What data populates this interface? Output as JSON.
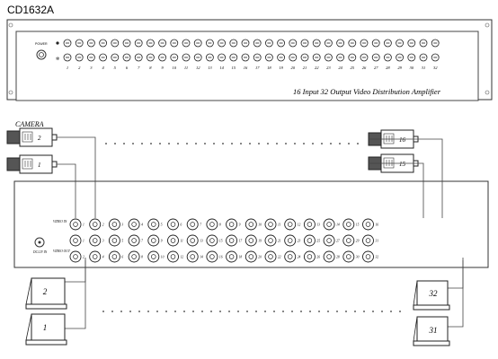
{
  "model_title": "CD1632A",
  "front_panel": {
    "power_label": "POWER",
    "caption": "16 Input 32 Output Video Distribution Amplifier",
    "channel_numbers": [
      "1",
      "2",
      "3",
      "4",
      "5",
      "6",
      "7",
      "8",
      "9",
      "10",
      "11",
      "12",
      "13",
      "14",
      "15",
      "16",
      "17",
      "18",
      "19",
      "20",
      "21",
      "22",
      "23",
      "24",
      "25",
      "26",
      "27",
      "28",
      "29",
      "30",
      "31",
      "32"
    ]
  },
  "camera_label": "CAMERA",
  "cameras_left": [
    "2",
    "1"
  ],
  "cameras_right": [
    "16",
    "15"
  ],
  "rear_panel": {
    "video_in_label": "VIDEO IN",
    "video_out_label": "VIDEO OUT",
    "power_label": "DC12V IN",
    "labels_top_row": [
      "1",
      "2",
      "3",
      "4",
      "5",
      "6",
      "7",
      "8",
      "9",
      "10",
      "11",
      "12",
      "13",
      "14",
      "15",
      "16"
    ],
    "labels_mid_row": [
      "1",
      "3",
      "5",
      "7",
      "9",
      "11",
      "13",
      "15",
      "17",
      "19",
      "21",
      "23",
      "25",
      "27",
      "29",
      "31"
    ],
    "labels_bottom_row": [
      "2",
      "4",
      "6",
      "8",
      "10",
      "12",
      "14",
      "16",
      "18",
      "20",
      "22",
      "24",
      "26",
      "28",
      "30",
      "32"
    ]
  },
  "monitors_left": [
    "2",
    "1"
  ],
  "monitors_right": [
    "32",
    "31"
  ]
}
